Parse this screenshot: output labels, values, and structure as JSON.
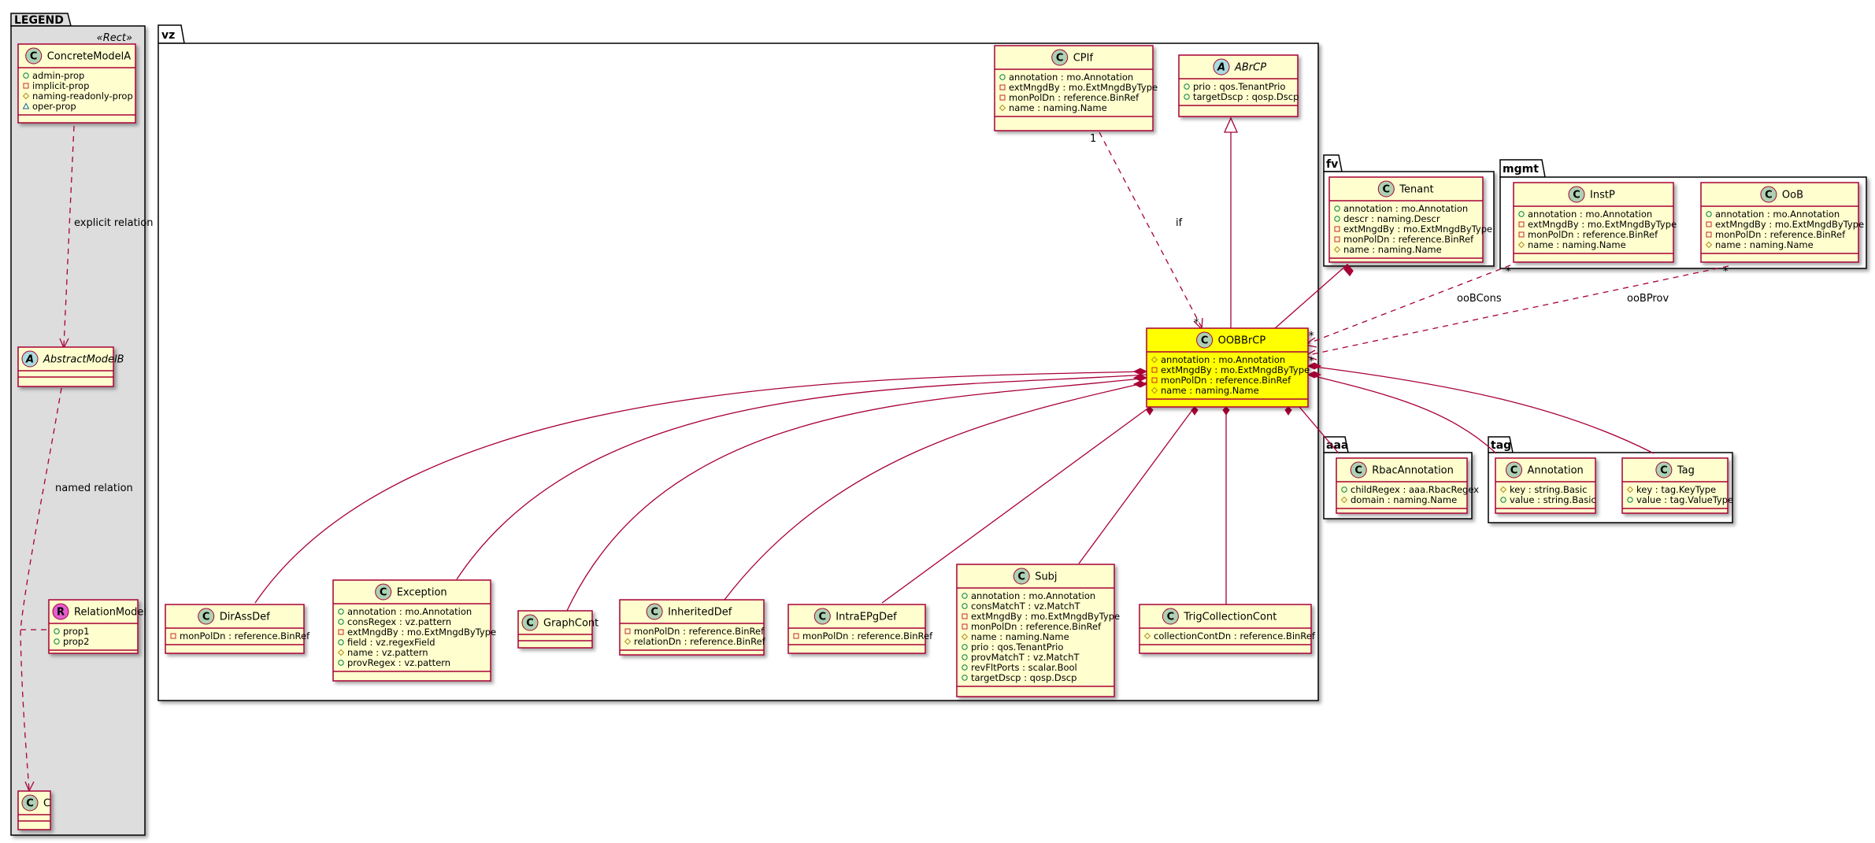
{
  "packages": {
    "legend": "LEGEND",
    "vz": "vz",
    "fv": "fv",
    "mgmt": "mgmt",
    "aaa": "aaa",
    "tag": "tag"
  },
  "classes": {
    "ConcreteModelA": {
      "name": "ConcreteModelA",
      "kind": "C",
      "stereotype": "«Rect»",
      "attrs": [
        {
          "v": "+",
          "t": "admin-prop"
        },
        {
          "v": "-",
          "t": "implicit-prop"
        },
        {
          "v": "#",
          "t": "naming-readonly-prop"
        },
        {
          "v": "~",
          "t": "oper-prop"
        }
      ]
    },
    "AbstractModelB": {
      "name": "AbstractModelB",
      "kind": "A",
      "attrs": []
    },
    "RelationModel": {
      "name": "RelationModel",
      "kind": "R",
      "attrs": [
        {
          "v": "+",
          "t": "prop1"
        },
        {
          "v": "+",
          "t": "prop2"
        }
      ]
    },
    "C": {
      "name": "C",
      "kind": "C",
      "attrs": []
    },
    "CPIf": {
      "name": "CPIf",
      "kind": "C",
      "attrs": [
        {
          "v": "+",
          "t": "annotation : mo.Annotation"
        },
        {
          "v": "-",
          "t": "extMngdBy : mo.ExtMngdByType"
        },
        {
          "v": "-",
          "t": "monPolDn : reference.BinRef"
        },
        {
          "v": "#",
          "t": "name : naming.Name"
        }
      ]
    },
    "ABrCP": {
      "name": "ABrCP",
      "kind": "A",
      "attrs": [
        {
          "v": "+",
          "t": "prio : qos.TenantPrio"
        },
        {
          "v": "+",
          "t": "targetDscp : qosp.Dscp"
        }
      ]
    },
    "OOBBrCP": {
      "name": "OOBBrCP",
      "kind": "C",
      "attrs": [
        {
          "v": "#",
          "t": "annotation : mo.Annotation"
        },
        {
          "v": "-",
          "t": "extMngdBy : mo.ExtMngdByType"
        },
        {
          "v": "-",
          "t": "monPolDn : reference.BinRef"
        },
        {
          "v": "#",
          "t": "name : naming.Name"
        }
      ]
    },
    "Tenant": {
      "name": "Tenant",
      "kind": "C",
      "attrs": [
        {
          "v": "+",
          "t": "annotation : mo.Annotation"
        },
        {
          "v": "+",
          "t": "descr : naming.Descr"
        },
        {
          "v": "-",
          "t": "extMngdBy : mo.ExtMngdByType"
        },
        {
          "v": "-",
          "t": "monPolDn : reference.BinRef"
        },
        {
          "v": "#",
          "t": "name : naming.Name"
        }
      ]
    },
    "InstP": {
      "name": "InstP",
      "kind": "C",
      "attrs": [
        {
          "v": "+",
          "t": "annotation : mo.Annotation"
        },
        {
          "v": "-",
          "t": "extMngdBy : mo.ExtMngdByType"
        },
        {
          "v": "-",
          "t": "monPolDn : reference.BinRef"
        },
        {
          "v": "#",
          "t": "name : naming.Name"
        }
      ]
    },
    "OoB": {
      "name": "OoB",
      "kind": "C",
      "attrs": [
        {
          "v": "+",
          "t": "annotation : mo.Annotation"
        },
        {
          "v": "-",
          "t": "extMngdBy : mo.ExtMngdByType"
        },
        {
          "v": "-",
          "t": "monPolDn : reference.BinRef"
        },
        {
          "v": "#",
          "t": "name : naming.Name"
        }
      ]
    },
    "RbacAnnotation": {
      "name": "RbacAnnotation",
      "kind": "C",
      "attrs": [
        {
          "v": "+",
          "t": "childRegex : aaa.RbacRegex"
        },
        {
          "v": "#",
          "t": "domain : naming.Name"
        }
      ]
    },
    "Annotation": {
      "name": "Annotation",
      "kind": "C",
      "attrs": [
        {
          "v": "#",
          "t": "key : string.Basic"
        },
        {
          "v": "+",
          "t": "value : string.Basic"
        }
      ]
    },
    "Tag": {
      "name": "Tag",
      "kind": "C",
      "attrs": [
        {
          "v": "#",
          "t": "key : tag.KeyType"
        },
        {
          "v": "+",
          "t": "value : tag.ValueType"
        }
      ]
    },
    "DirAssDef": {
      "name": "DirAssDef",
      "kind": "C",
      "attrs": [
        {
          "v": "-",
          "t": "monPolDn : reference.BinRef"
        }
      ]
    },
    "Exception": {
      "name": "Exception",
      "kind": "C",
      "attrs": [
        {
          "v": "+",
          "t": "annotation : mo.Annotation"
        },
        {
          "v": "+",
          "t": "consRegex : vz.pattern"
        },
        {
          "v": "-",
          "t": "extMngdBy : mo.ExtMngdByType"
        },
        {
          "v": "+",
          "t": "field : vz.regexField"
        },
        {
          "v": "#",
          "t": "name : vz.pattern"
        },
        {
          "v": "+",
          "t": "provRegex : vz.pattern"
        }
      ]
    },
    "GraphCont": {
      "name": "GraphCont",
      "kind": "C",
      "attrs": []
    },
    "InheritedDef": {
      "name": "InheritedDef",
      "kind": "C",
      "attrs": [
        {
          "v": "-",
          "t": "monPolDn : reference.BinRef"
        },
        {
          "v": "#",
          "t": "relationDn : reference.BinRef"
        }
      ]
    },
    "IntraEPgDef": {
      "name": "IntraEPgDef",
      "kind": "C",
      "attrs": [
        {
          "v": "-",
          "t": "monPolDn : reference.BinRef"
        }
      ]
    },
    "Subj": {
      "name": "Subj",
      "kind": "C",
      "attrs": [
        {
          "v": "+",
          "t": "annotation : mo.Annotation"
        },
        {
          "v": "+",
          "t": "consMatchT : vz.MatchT"
        },
        {
          "v": "-",
          "t": "extMngdBy : mo.ExtMngdByType"
        },
        {
          "v": "-",
          "t": "monPolDn : reference.BinRef"
        },
        {
          "v": "#",
          "t": "name : naming.Name"
        },
        {
          "v": "+",
          "t": "prio : qos.TenantPrio"
        },
        {
          "v": "+",
          "t": "provMatchT : vz.MatchT"
        },
        {
          "v": "+",
          "t": "revFltPorts : scalar.Bool"
        },
        {
          "v": "+",
          "t": "targetDscp : qosp.Dscp"
        }
      ]
    },
    "TrigCollectionCont": {
      "name": "TrigCollectionCont",
      "kind": "C",
      "attrs": [
        {
          "v": "#",
          "t": "collectionContDn : reference.BinRef"
        }
      ]
    }
  },
  "edge_labels": {
    "explicit": "explicit relation",
    "named": "named relation",
    "if": "if",
    "if_mult_src": "1",
    "if_mult_dst": "*",
    "oobcons": "ooBCons",
    "oobprov": "ooBProv",
    "star": "*"
  },
  "colors": {
    "class_fill": "#FEFECE",
    "highlight_fill": "#FFFF00",
    "border": "#A80036",
    "legend_fill": "#DDDDDD",
    "circle_c": "#ADD1B2",
    "circle_a": "#A9DCDF",
    "circle_r": "#E25ED0"
  }
}
